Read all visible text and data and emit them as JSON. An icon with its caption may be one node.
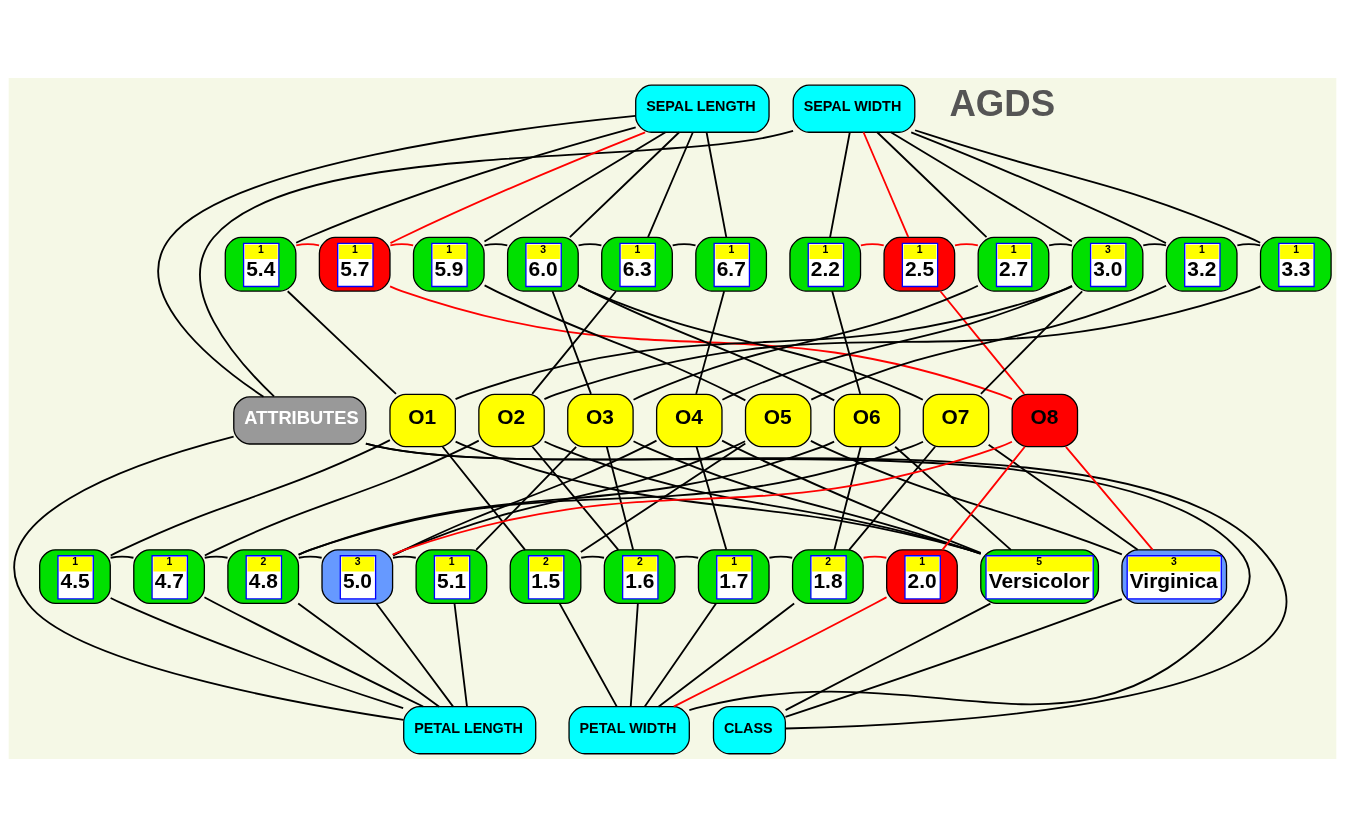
{
  "diagram": {
    "nodes": [
      {
        "text": [
          "ATTRIBUTES"
        ]
      },
      {
        "text": [
          "SEPAL LENGTH"
        ]
      },
      {
        "text": [
          "SEPAL WIDTH"
        ]
      },
      {
        "text": [
          "1",
          "5.4"
        ]
      },
      {
        "text": [
          "1",
          "5.7"
        ]
      },
      {
        "text": [
          "1",
          "5.9"
        ]
      },
      {
        "text": [
          "3",
          "6.0"
        ]
      },
      {
        "text": [
          "1",
          "6.3"
        ]
      },
      {
        "text": [
          "1",
          "6.7"
        ]
      },
      {
        "text": [
          "1",
          "2.2"
        ]
      },
      {
        "text": [
          "1",
          "2.5"
        ]
      },
      {
        "text": [
          "1",
          "2.7"
        ]
      },
      {
        "text": [
          "3",
          "3.0"
        ]
      },
      {
        "text": [
          "1",
          "3.2"
        ]
      },
      {
        "text": [
          "1",
          "3.3"
        ]
      },
      {
        "text": [
          "O1"
        ]
      },
      {
        "text": [
          "O2"
        ]
      },
      {
        "text": [
          "O3"
        ]
      },
      {
        "text": [
          "O4"
        ]
      },
      {
        "text": [
          "O5"
        ]
      },
      {
        "text": [
          "O6"
        ]
      },
      {
        "text": [
          "O7"
        ]
      },
      {
        "text": [
          "O8"
        ]
      },
      {
        "text": [
          "1",
          "4.5"
        ]
      },
      {
        "text": [
          "1",
          "4.7"
        ]
      },
      {
        "text": [
          "2",
          "4.8"
        ]
      },
      {
        "text": [
          "3",
          "5.0"
        ]
      },
      {
        "text": [
          "1",
          "5.1"
        ]
      },
      {
        "text": [
          "2",
          "1.5"
        ]
      },
      {
        "text": [
          "2",
          "1.6"
        ]
      },
      {
        "text": [
          "1",
          "1.7"
        ]
      },
      {
        "text": [
          "2",
          "1.8"
        ]
      },
      {
        "text": [
          "1",
          "2.0"
        ]
      },
      {
        "text": [
          "5",
          "Versicolor"
        ]
      },
      {
        "text": [
          "3",
          "Virginica"
        ]
      },
      {
        "text": [
          "PETAL LENGTH"
        ]
      },
      {
        "text": [
          "PETAL WIDTH"
        ]
      },
      {
        "text": [
          "CLASS"
        ]
      }
    ],
    "edges": [
      {
        "from": 0,
        "to": 1,
        "arrow": "none"
      },
      {
        "from": 0,
        "to": 2,
        "arrow": "none"
      },
      {
        "from": 0,
        "to": 35,
        "arrow": "none"
      },
      {
        "from": 0,
        "to": 36,
        "arrow": "none"
      },
      {
        "from": 0,
        "to": 37,
        "arrow": "none"
      },
      {
        "from": 1,
        "to": 3,
        "arrow": "none"
      },
      {
        "from": 1,
        "to": 4,
        "arrow": "none",
        "color": "#ff0000"
      },
      {
        "from": 1,
        "to": 5,
        "arrow": "none"
      },
      {
        "from": 1,
        "to": 6,
        "arrow": "none"
      },
      {
        "from": 1,
        "to": 7,
        "arrow": "none"
      },
      {
        "from": 1,
        "to": 8,
        "arrow": "none"
      },
      {
        "from": 2,
        "to": 9,
        "arrow": "none"
      },
      {
        "from": 2,
        "to": 10,
        "arrow": "none",
        "color": "#ff0000"
      },
      {
        "from": 2,
        "to": 11,
        "arrow": "none"
      },
      {
        "from": 2,
        "to": 12,
        "arrow": "none"
      },
      {
        "from": 2,
        "to": 13,
        "arrow": "none"
      },
      {
        "from": 2,
        "to": 14,
        "arrow": "none"
      },
      {
        "from": 3,
        "to": 4,
        "arrow": "none",
        "color": "#ff0000"
      },
      {
        "from": 4,
        "to": 5,
        "arrow": "none",
        "color": "#ff0000"
      },
      {
        "from": 5,
        "to": 6,
        "arrow": "none"
      },
      {
        "from": 6,
        "to": 7,
        "arrow": "none"
      },
      {
        "from": 7,
        "to": 8,
        "arrow": "none"
      },
      {
        "from": 9,
        "to": 10,
        "arrow": "none",
        "color": "#ff0000"
      },
      {
        "from": 10,
        "to": 11,
        "arrow": "none",
        "color": "#ff0000"
      },
      {
        "from": 11,
        "to": 12,
        "arrow": "none"
      },
      {
        "from": 12,
        "to": 13,
        "arrow": "none"
      },
      {
        "from": 13,
        "to": 14,
        "arrow": "none"
      },
      {
        "from": 3,
        "to": 15,
        "arrow": "none"
      },
      {
        "from": 4,
        "to": 22,
        "arrow": "none",
        "color": "#ff0000"
      },
      {
        "from": 5,
        "to": 19,
        "arrow": "none"
      },
      {
        "from": 6,
        "to": 17,
        "arrow": "none"
      },
      {
        "from": 6,
        "to": 20,
        "arrow": "none"
      },
      {
        "from": 6,
        "to": 21,
        "arrow": "none"
      },
      {
        "from": 7,
        "to": 16,
        "arrow": "none"
      },
      {
        "from": 8,
        "to": 18,
        "arrow": "none"
      },
      {
        "from": 9,
        "to": 20,
        "arrow": "none"
      },
      {
        "from": 10,
        "to": 22,
        "arrow": "none",
        "color": "#ff0000"
      },
      {
        "from": 11,
        "to": 17,
        "arrow": "none"
      },
      {
        "from": 12,
        "to": 15,
        "arrow": "none"
      },
      {
        "from": 12,
        "to": 18,
        "arrow": "none"
      },
      {
        "from": 12,
        "to": 21,
        "arrow": "none"
      },
      {
        "from": 13,
        "to": 19,
        "arrow": "none"
      },
      {
        "from": 14,
        "to": 16,
        "arrow": "none"
      },
      {
        "from": 15,
        "to": 23,
        "arrow": "none"
      },
      {
        "from": 16,
        "to": 24,
        "arrow": "none"
      },
      {
        "from": 17,
        "to": 27,
        "arrow": "none"
      },
      {
        "from": 18,
        "to": 26,
        "arrow": "none"
      },
      {
        "from": 19,
        "to": 26,
        "arrow": "none"
      },
      {
        "from": 20,
        "to": 25,
        "arrow": "none"
      },
      {
        "from": 21,
        "to": 25,
        "arrow": "none"
      },
      {
        "from": 22,
        "to": 26,
        "arrow": "none",
        "color": "#ff0000"
      },
      {
        "from": 15,
        "to": 28,
        "arrow": "none"
      },
      {
        "from": 16,
        "to": 29,
        "arrow": "none"
      },
      {
        "from": 17,
        "to": 29,
        "arrow": "none"
      },
      {
        "from": 18,
        "to": 30,
        "arrow": "none"
      },
      {
        "from": 19,
        "to": 28,
        "arrow": "none"
      },
      {
        "from": 20,
        "to": 31,
        "arrow": "none"
      },
      {
        "from": 21,
        "to": 31,
        "arrow": "none"
      },
      {
        "from": 22,
        "to": 32,
        "arrow": "none",
        "color": "#ff0000"
      },
      {
        "from": 15,
        "to": 33,
        "arrow": "none"
      },
      {
        "from": 16,
        "to": 33,
        "arrow": "none"
      },
      {
        "from": 17,
        "to": 33,
        "arrow": "none"
      },
      {
        "from": 18,
        "to": 33,
        "arrow": "none"
      },
      {
        "from": 20,
        "to": 33,
        "arrow": "none"
      },
      {
        "from": 19,
        "to": 34,
        "arrow": "none"
      },
      {
        "from": 21,
        "to": 34,
        "arrow": "none"
      },
      {
        "from": 22,
        "to": 34,
        "arrow": "none",
        "color": "#ff0000"
      },
      {
        "from": 23,
        "to": 24,
        "arrow": "none"
      },
      {
        "from": 24,
        "to": 25,
        "arrow": "none"
      },
      {
        "from": 25,
        "to": 26,
        "arrow": "none"
      },
      {
        "from": 26,
        "to": 27,
        "arrow": "none"
      },
      {
        "from": 28,
        "to": 29,
        "arrow": "none"
      },
      {
        "from": 29,
        "to": 30,
        "arrow": "none"
      },
      {
        "from": 30,
        "to": 31,
        "arrow": "none"
      },
      {
        "from": 31,
        "to": 32,
        "arrow": "none",
        "color": "#ff0000"
      },
      {
        "from": 23,
        "to": 35,
        "arrow": "none"
      },
      {
        "from": 24,
        "to": 35,
        "arrow": "none"
      },
      {
        "from": 25,
        "to": 35,
        "arrow": "none"
      },
      {
        "from": 26,
        "to": 35,
        "arrow": "none"
      },
      {
        "from": 27,
        "to": 35,
        "arrow": "none"
      },
      {
        "from": 28,
        "to": 36,
        "arrow": "none"
      },
      {
        "from": 29,
        "to": 36,
        "arrow": "none"
      },
      {
        "from": 30,
        "to": 36,
        "arrow": "none"
      },
      {
        "from": 31,
        "to": 36,
        "arrow": "none"
      },
      {
        "from": 32,
        "to": 36,
        "arrow": "none",
        "color": "#ff0000"
      },
      {
        "from": 33,
        "to": 37,
        "arrow": "none"
      },
      {
        "from": 34,
        "to": 37,
        "arrow": "none"
      }
    ],
    "labels": [
      "AGDS"
    ]
  }
}
